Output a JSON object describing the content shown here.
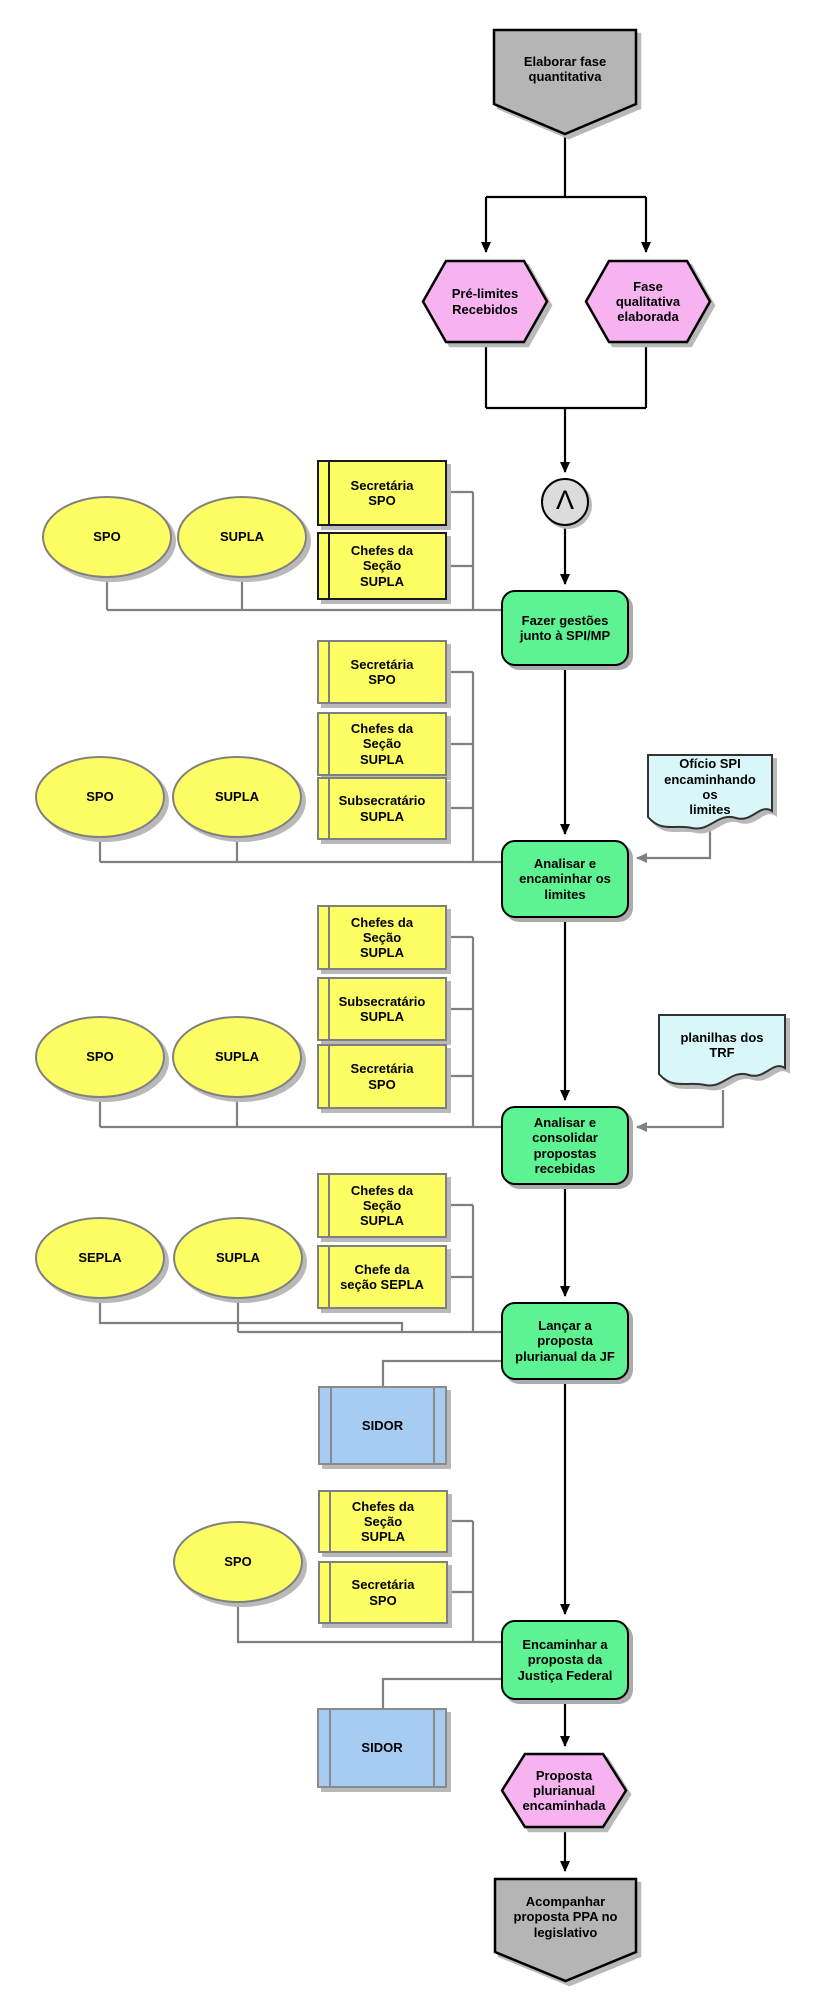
{
  "palette": {
    "process_fill": "#5EF392",
    "event_fill": "#F7B3F0",
    "resource_fill": "#FDFD64",
    "document_fill": "#D9F7F9",
    "system_fill": "#A6CCF2",
    "terminator_fill": "#B5B5B5",
    "junction_fill": "#DCDCDC",
    "connector_gray": "#808080",
    "flow_black": "#000000"
  },
  "nodes": {
    "start": "Elaborar fase\nquantitativa",
    "event_pre_limites": "Pré-limites\nRecebidos",
    "event_fase_qualitativa": "Fase\nqualitativa\nelaborada",
    "and_junction_symbol": "Λ",
    "process_fazer_gestoes": "Fazer gestões\njunto à SPI/MP",
    "process_analisar_limites": "Analisar e\nencaminhar os\nlimites",
    "process_consolidar_propostas": "Analisar e\nconsolidar\npropostas\nrecebidas",
    "process_lancar_proposta": "Lançar a\nproposta\nplurianual da JF",
    "process_encaminhar_proposta": "Encaminhar a\nproposta da\nJustiça Federal",
    "event_proposta_encaminhada": "Proposta\nplurianual\nencaminhada",
    "end": "Acompanhar\nproposta PPA no\nlegislativo",
    "doc_oficio_spi": "Ofício SPI\nencaminhando\nos\nlimites",
    "doc_planilhas_trf": "planilhas dos\nTRF",
    "sidor_1": "SIDOR",
    "sidor_2": "SIDOR"
  },
  "groups": [
    {
      "ellipses": [
        "SPO",
        "SUPLA"
      ],
      "cards": [
        "Secretária\nSPO",
        "Chefes da\nSeção\nSUPLA"
      ]
    },
    {
      "ellipses": [
        "SPO",
        "SUPLA"
      ],
      "cards": [
        "Secretária\nSPO",
        "Chefes da\nSeção\nSUPLA",
        "Subsecratário\nSUPLA"
      ]
    },
    {
      "ellipses": [
        "SPO",
        "SUPLA"
      ],
      "cards": [
        "Chefes da\nSeção\nSUPLA",
        "Subsecratário\nSUPLA",
        "Secretária\nSPO"
      ]
    },
    {
      "ellipses": [
        "SEPLA",
        "SUPLA"
      ],
      "cards": [
        "Chefes da\nSeção\nSUPLA",
        "Chefe da\nseção SEPLA"
      ]
    },
    {
      "ellipses": [
        "SPO"
      ],
      "cards": [
        "Chefes da\nSeção\nSUPLA",
        "Secretária\nSPO"
      ]
    }
  ]
}
